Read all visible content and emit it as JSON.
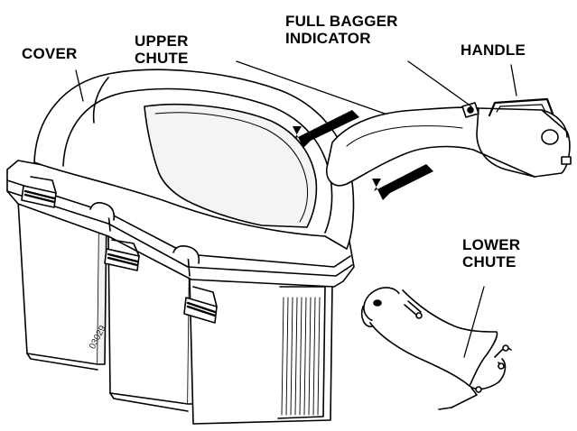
{
  "labels": {
    "cover": "COVER",
    "upper_chute": "UPPER\nCHUTE",
    "full_bagger_indicator": "FULL BAGGER\nINDICATOR",
    "handle": "HANDLE",
    "lower_chute": "LOWER\nCHUTE"
  },
  "figure_number": "03029",
  "colors": {
    "line": "#000000",
    "fill": "#ffffff",
    "shade": "#e6e6e6",
    "arrow": "#000000"
  }
}
